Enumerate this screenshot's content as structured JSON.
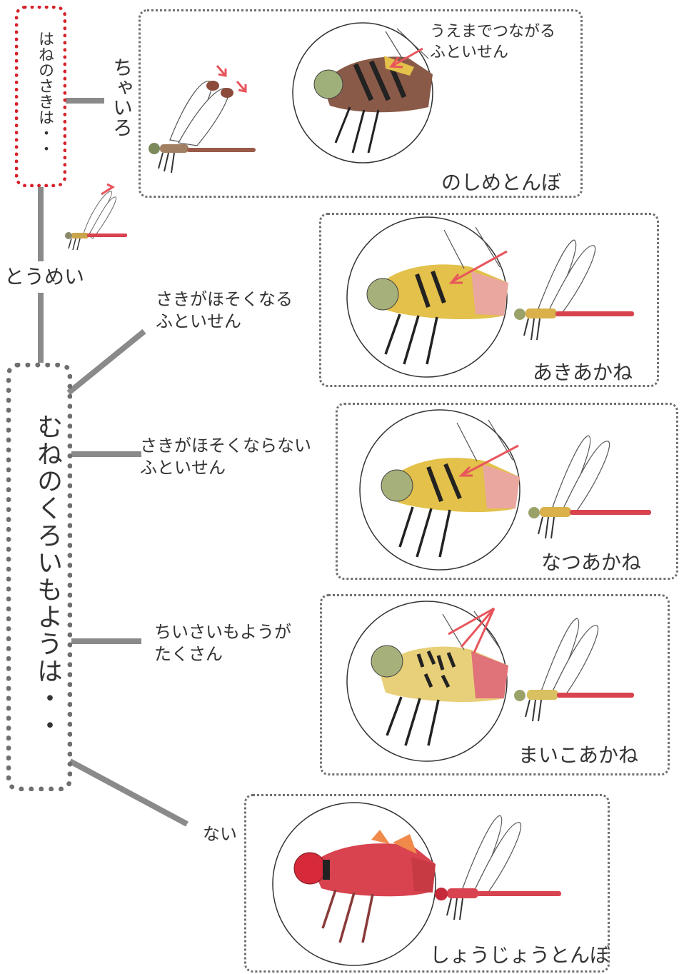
{
  "root": {
    "text": "はねのさきは・・"
  },
  "branch_brown": {
    "text": "ちゃいろ"
  },
  "branch_clear": {
    "text": "とうめい"
  },
  "chest": {
    "text": "むねのくろいもようは・・"
  },
  "species": [
    {
      "name": "のしめとんぼ",
      "note": "うえまでつながる\nふといせん"
    },
    {
      "name": "あきあかね",
      "condition": "さきがほそくなる\nふといせん"
    },
    {
      "name": "なつあかね",
      "condition": "さきがほそくならない\nふといせん"
    },
    {
      "name": "まいこあかね",
      "condition": "ちいさいもようが\nたくさん"
    },
    {
      "name": "しょうじょうとんぼ",
      "condition": "ない"
    }
  ],
  "colors": {
    "connector": "#8a8a8a",
    "root_border": "#d6212b",
    "arrow": "#e8555c",
    "body_red": "#d8434f",
    "body_yellow": "#e3c14a",
    "wing_tip_brown": "#8b4a3a"
  }
}
